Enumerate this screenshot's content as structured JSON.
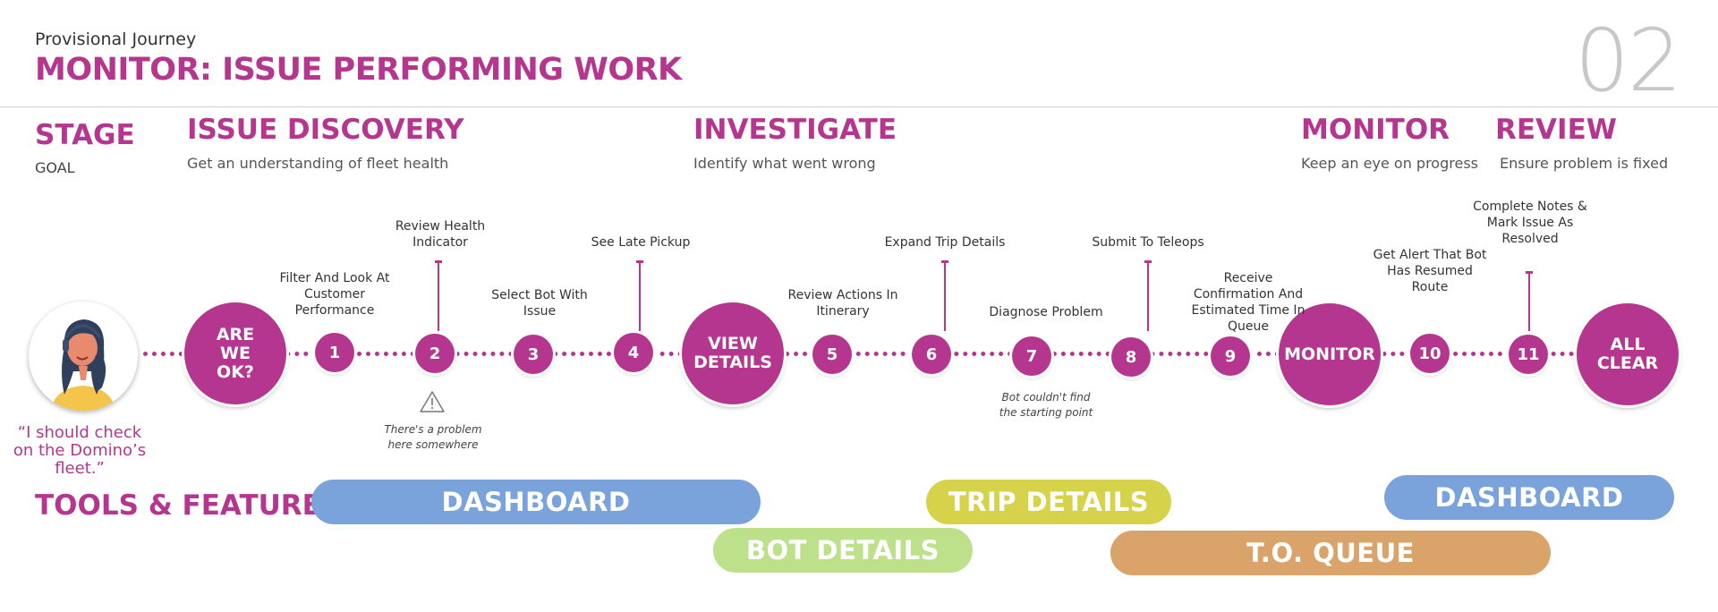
{
  "header": {
    "subtitle": "Provisional Journey",
    "title": "MONITOR: ISSUE PERFORMING WORK",
    "page_number": "02"
  },
  "stage_label": "STAGE",
  "goal_label": "GOAL",
  "stages": [
    {
      "title": "ISSUE DISCOVERY",
      "goal": "Get an understanding of fleet health"
    },
    {
      "title": "INVESTIGATE",
      "goal": "Identify what went wrong"
    },
    {
      "title": "MONITOR",
      "goal": "Keep an eye on progress"
    },
    {
      "title": "REVIEW",
      "goal": "Ensure problem is fixed"
    }
  ],
  "milestones": {
    "are_we_ok": "ARE WE OK?",
    "view_details": "VIEW DETAILS",
    "monitor": "MONITOR",
    "all_clear": "ALL CLEAR"
  },
  "steps": [
    {
      "num": "1",
      "label": "Filter And Look At Customer Performance"
    },
    {
      "num": "2",
      "label": "Review Health Indicator"
    },
    {
      "num": "3",
      "label": "Select Bot With Issue"
    },
    {
      "num": "4",
      "label": "See Late Pickup"
    },
    {
      "num": "5",
      "label": "Review Actions In Itinerary"
    },
    {
      "num": "6",
      "label": "Expand Trip Details"
    },
    {
      "num": "7",
      "label": "Diagnose Problem"
    },
    {
      "num": "8",
      "label": "Submit To Teleops"
    },
    {
      "num": "9",
      "label": "Receive Confirmation And Estimated Time In Queue"
    },
    {
      "num": "10",
      "label": "Get Alert That Bot Has Resumed Route"
    },
    {
      "num": "11",
      "label": "Complete Notes & Mark Issue As Resolved"
    }
  ],
  "notes": {
    "problem": "There's a problem here somewhere",
    "bot_start": "Bot couldn't find the starting point"
  },
  "persona_quote": "“I should check on the Domino’s fleet.”",
  "tools_label": "TOOLS & FEATURES",
  "tools": [
    {
      "label": "DASHBOARD",
      "color": "#7aa3dc"
    },
    {
      "label": "BOT DETAILS",
      "color": "#bde08a"
    },
    {
      "label": "TRIP DETAILS",
      "color": "#d6d24a"
    },
    {
      "label": "T.O. QUEUE",
      "color": "#d9a36a"
    },
    {
      "label": "DASHBOARD",
      "color": "#7aa3dc"
    }
  ],
  "colors": {
    "accent": "#b5368f"
  }
}
